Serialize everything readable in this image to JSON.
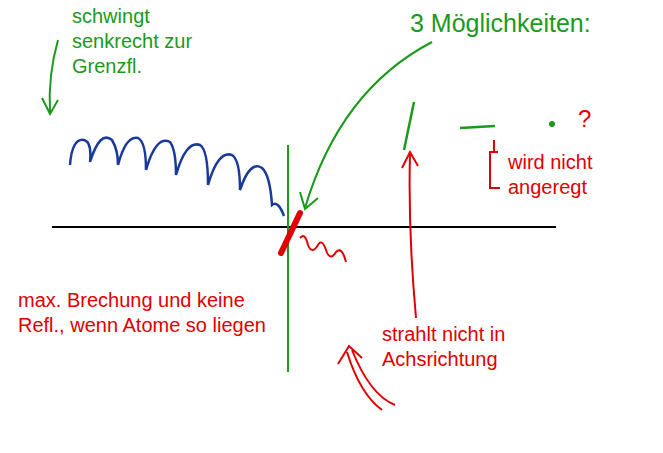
{
  "diagram": {
    "labels": [
      "schwingt senkrecht zur Grenzfl.",
      "3 Möglichkeiten:",
      "?",
      "wird nicht angeregt",
      "strahlt nicht in Achsrichtung",
      "max. Brechung und keine Refl., wenn Atome so liegen"
    ]
  }
}
